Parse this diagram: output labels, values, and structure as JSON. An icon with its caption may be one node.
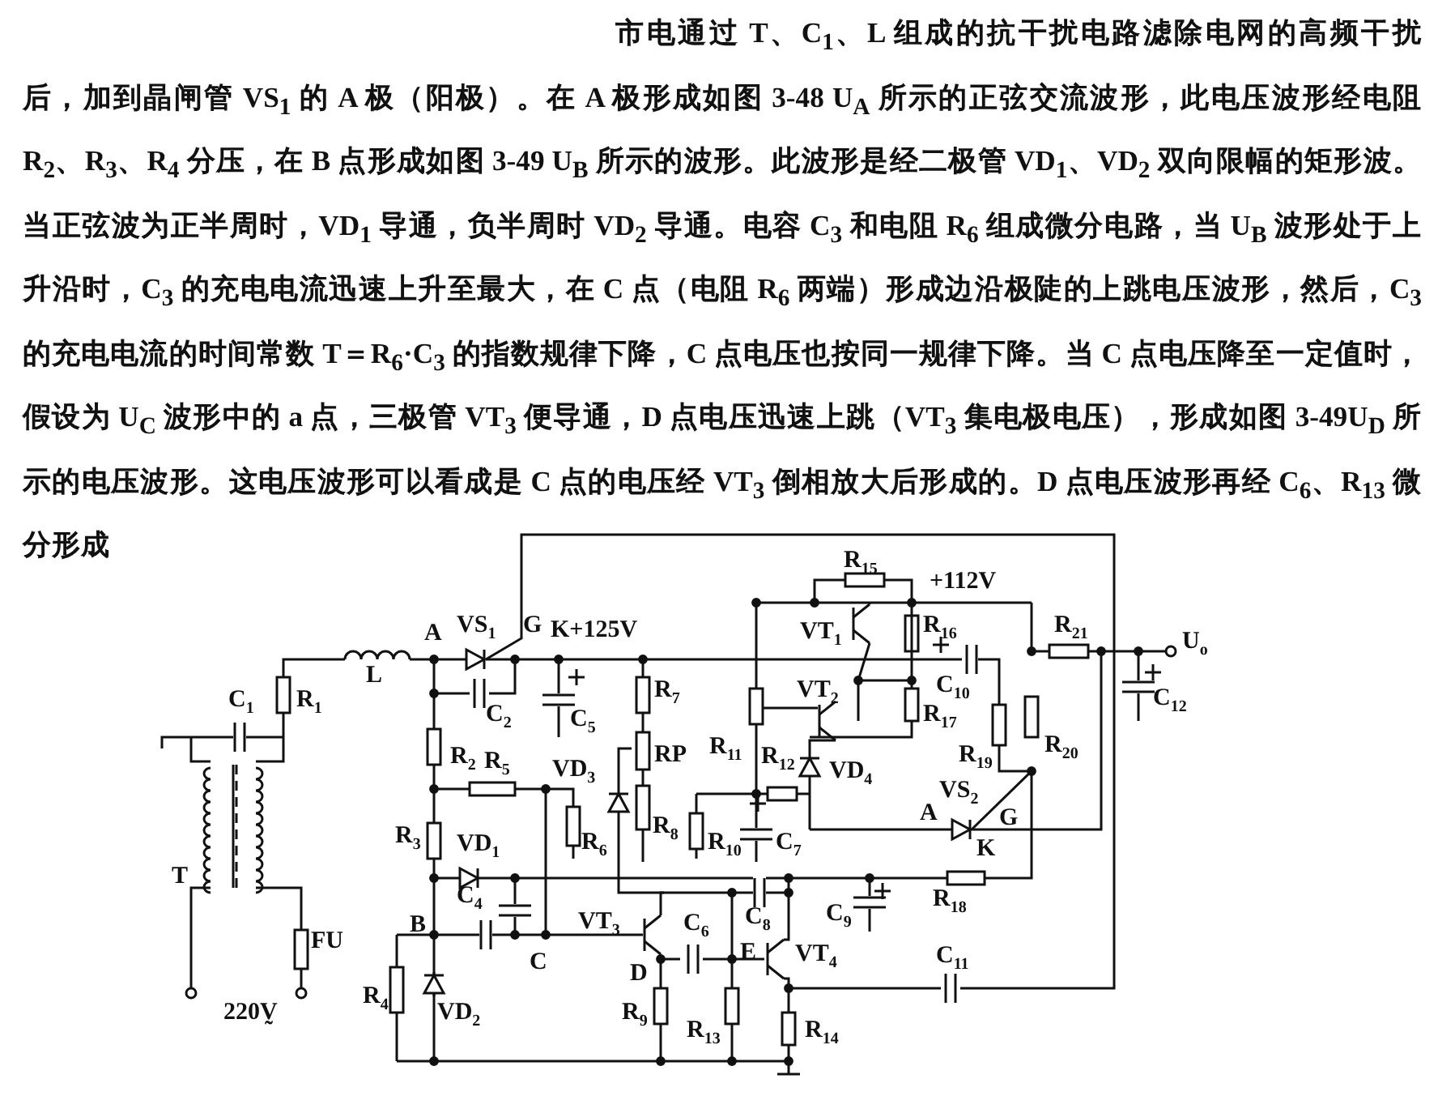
{
  "diagram": {
    "labels": [
      "市电通过 T、C$_{1}$、L 组成的抗干扰电路滤除电网的高频干扰后，加到晶闸管 VS$_{1}$ 的 A 极（阳极）。在 A 极形成如图 3-48 U$_{A}$ 所示的正弦交流波形，此电压波形经电阻 R$_{2}$、R$_{3}$、R$_{4}$ 分压，在 B 点形成如图 3-49 U$_{B}$ 所示的波形。此波形是经二极管 VD$_{1}$、VD$_{2}$ 双向限幅的矩形波。当正弦波为正半周时，VD$_{1}$ 导通，负半周时 VD$_{2}$ 导通。电容 C$_{3}$ 和电阻 R$_{6}$ 组成微分电路，当 U$_{B}$ 波形处于上升沿时，C$_{3}$ 的充电电流迅速上升至最大，在 C 点（电阻 R$_{6}$ 两端）形成边沿极陡的上跳电压波形，然后，C$_{3}$ 的充电电流的时间常数 T＝R$_{6}$·C$_{3}$ 的指数规律下降，C 点电压也按同一规律下降。当 C 点电压降至一定值时，假设为 U$_{C}$ 波形中的 a 点，三极管 VT$_{3}$ 便导通，D 点电压迅速上跳（VT$_{3}$ 集电极电压），形成如图 3-49U$_{D}$ 所示的电压波形。这电压波形可以看成是 C 点的电压经 VT$_{3}$ 倒相放大后形成的。D 点电压波形再经 C$_{6}$、R$_{13}$ 微分形成",
      "R$_{15}$",
      "+112V",
      "A",
      "VS$_{1}$",
      "G",
      "K+125V",
      "VT$_{1}$",
      "R$_{16}$",
      "R$_{21}$",
      "U$_{o}$",
      "C$_{1}$",
      "R$_{1}$",
      "L",
      "C$_{2}$",
      "C$_{5}$",
      "R$_{7}$",
      "VT$_{2}$",
      "R$_{17}$",
      "C$_{10}$",
      "C$_{12}$",
      "R$_{2}$",
      "R$_{5}$",
      "VD$_{3}$",
      "RP",
      "R$_{11}$",
      "R$_{12}$",
      "VD$_{4}$",
      "R$_{19}$",
      "R$_{20}$",
      "VS$_{2}$",
      "A",
      "G",
      "K",
      "R$_{6}$",
      "R$_{8}$",
      "R$_{10}$",
      "C$_{7}$",
      "T",
      "R$_{3}$",
      "VD$_{1}$",
      "C$_{4}$",
      "C$_{9}$",
      "R$_{18}$",
      "VT$_{3}$",
      "C$_{6}$",
      "C$_{8}$",
      "B",
      "C",
      "D",
      "E",
      "VT$_{4}$",
      "C$_{11}$",
      "FU",
      "R$_{9}$",
      "R$_{13}$",
      "R$_{4}$",
      "VD$_{2}$",
      "R$_{14}$",
      "220V̰"
    ]
  }
}
